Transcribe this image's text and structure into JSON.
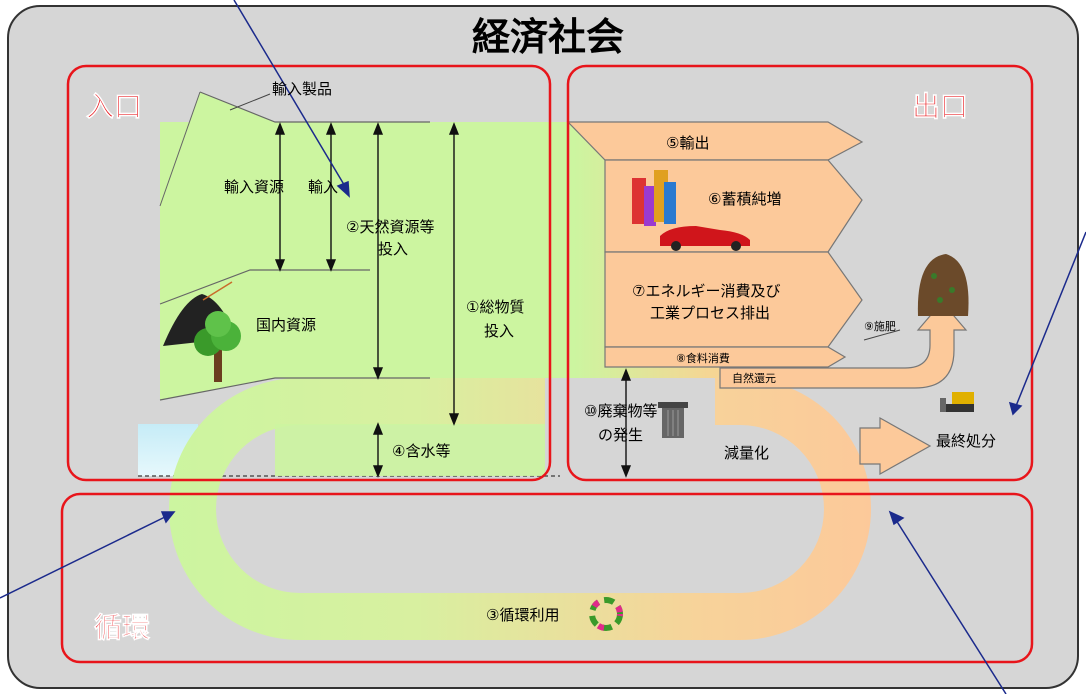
{
  "title": "経済社会",
  "sections": {
    "input": "入口",
    "output": "出口",
    "cycle": "循環"
  },
  "labels": {
    "imported_products": "輸入製品",
    "imported_resources": "輸入資源",
    "imports": "輸入",
    "natural_resources_1": "②天然資源等",
    "natural_resources_2": "投入",
    "total_material_1": "①総物質",
    "total_material_2": "投入",
    "domestic_resources": "国内資源",
    "water_content": "④含水等",
    "exports": "⑤輸出",
    "stock_increase": "⑥蓄積純増",
    "energy_1": "⑦エネルギー消費及び",
    "energy_2": "工業プロセス排出",
    "fertilizer": "⑨施肥",
    "food": "⑧食料消費",
    "natural_return": "自然還元",
    "waste_1": "⑩廃棄物等",
    "waste_2": "の発生",
    "reduction": "減量化",
    "final_disposal": "最終処分",
    "recycling": "③循環利用"
  },
  "colors": {
    "input_flow": "#ccf5a0",
    "output_flow": "#fcc99a",
    "frame_red": "#e8151b",
    "pointer_blue": "#1b2a8c",
    "background": "#d6d6d6"
  },
  "icons": [
    "coal-pile-icon",
    "tree-icon",
    "buildings-icon",
    "red-car-icon",
    "trash-can-icon",
    "compost-pile-icon",
    "bulldozer-icon",
    "recycle-icon"
  ]
}
